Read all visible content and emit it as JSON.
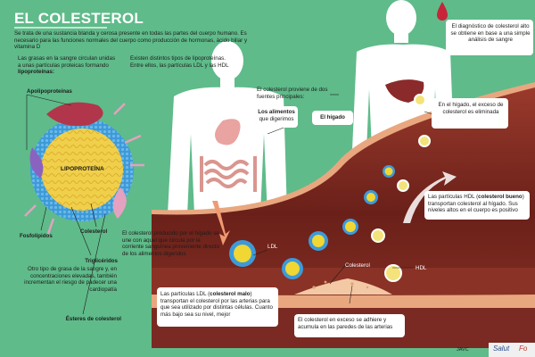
{
  "title": "EL COLESTEROL",
  "intro": "Se trata de una sustancia blanda y cerosa presente en todas las partes del cuerpo humano. Es necesario para las funciones normales del cuerpo como producción de hormonas, ácido biliar y vitamina D",
  "grasas": {
    "text": "Las grasas en la sangre circulan unidas a unas partículas proteicas formando",
    "bold": "lipoproteínas:"
  },
  "tipos": {
    "text": "Existen distintos tipos de lipoproteínas. Entre ellos, las partículas LDL y las HDL"
  },
  "diagnostico": "El diagnóstico de colesterol alto se obtiene en base a una simple análisis de sangre",
  "fuentes": "El colesterol proviene de dos fuentes principales:",
  "alimentos": {
    "bold": "Los alimentos",
    "text": "que digerimos"
  },
  "higado": "El hígado",
  "eliminado": "En el hígado, el exceso de colesterol es eliminada",
  "hdl_info": {
    "pre": "Las partículas HDL (",
    "bold": "colesterol bueno",
    "post": ") transportan colesterol al hígado. Sus niveles altos en el cuerpo es positivo"
  },
  "producido": "El colesterol producido por el hígado se une con aquel que circula por la corriente sanguínea proveniente directo de los alimentos digeridos",
  "ldl_info": {
    "pre": "Las partículas LDL (",
    "bold": "colesterol malo",
    "post": ") transportan el colesterol por las arterias para que sea utilizado por distintas células. Cuanto más bajo sea su nivel, mejor"
  },
  "exceso": "El colesterol en exceso se adhiere y acumula en las paredes de las arterias",
  "labels": {
    "apolipoproteinas": "Apolipoproteínas",
    "lipoproteina": "LIPOPROTEÍNA",
    "fosfolipidos": "Fosfolípidos",
    "colesterol": "Colesterol",
    "trigliceridos": "Triglicéridos",
    "trigliceridos_desc": "Otro tipo de grasa de la sangre y, en concentraciones elevadas, también incrementan el riesgo de padecer una cardiopatía",
    "esteres": "Ésteres de colesterol",
    "ldl": "LDL",
    "hdl": "HDL",
    "colesterol_arteria": "Colesterol"
  },
  "credit": {
    "author": "JAVC",
    "source": "Salut",
    "extra": "Fo"
  },
  "colors": {
    "background": "#5fbb8a",
    "artery": "#7a2a22",
    "artery_wall": "#e9a77f",
    "ldl_particle": "#f1d733",
    "hdl_particle": "#f3e37a",
    "lipoprotein_shell": "#3d9ad9"
  }
}
